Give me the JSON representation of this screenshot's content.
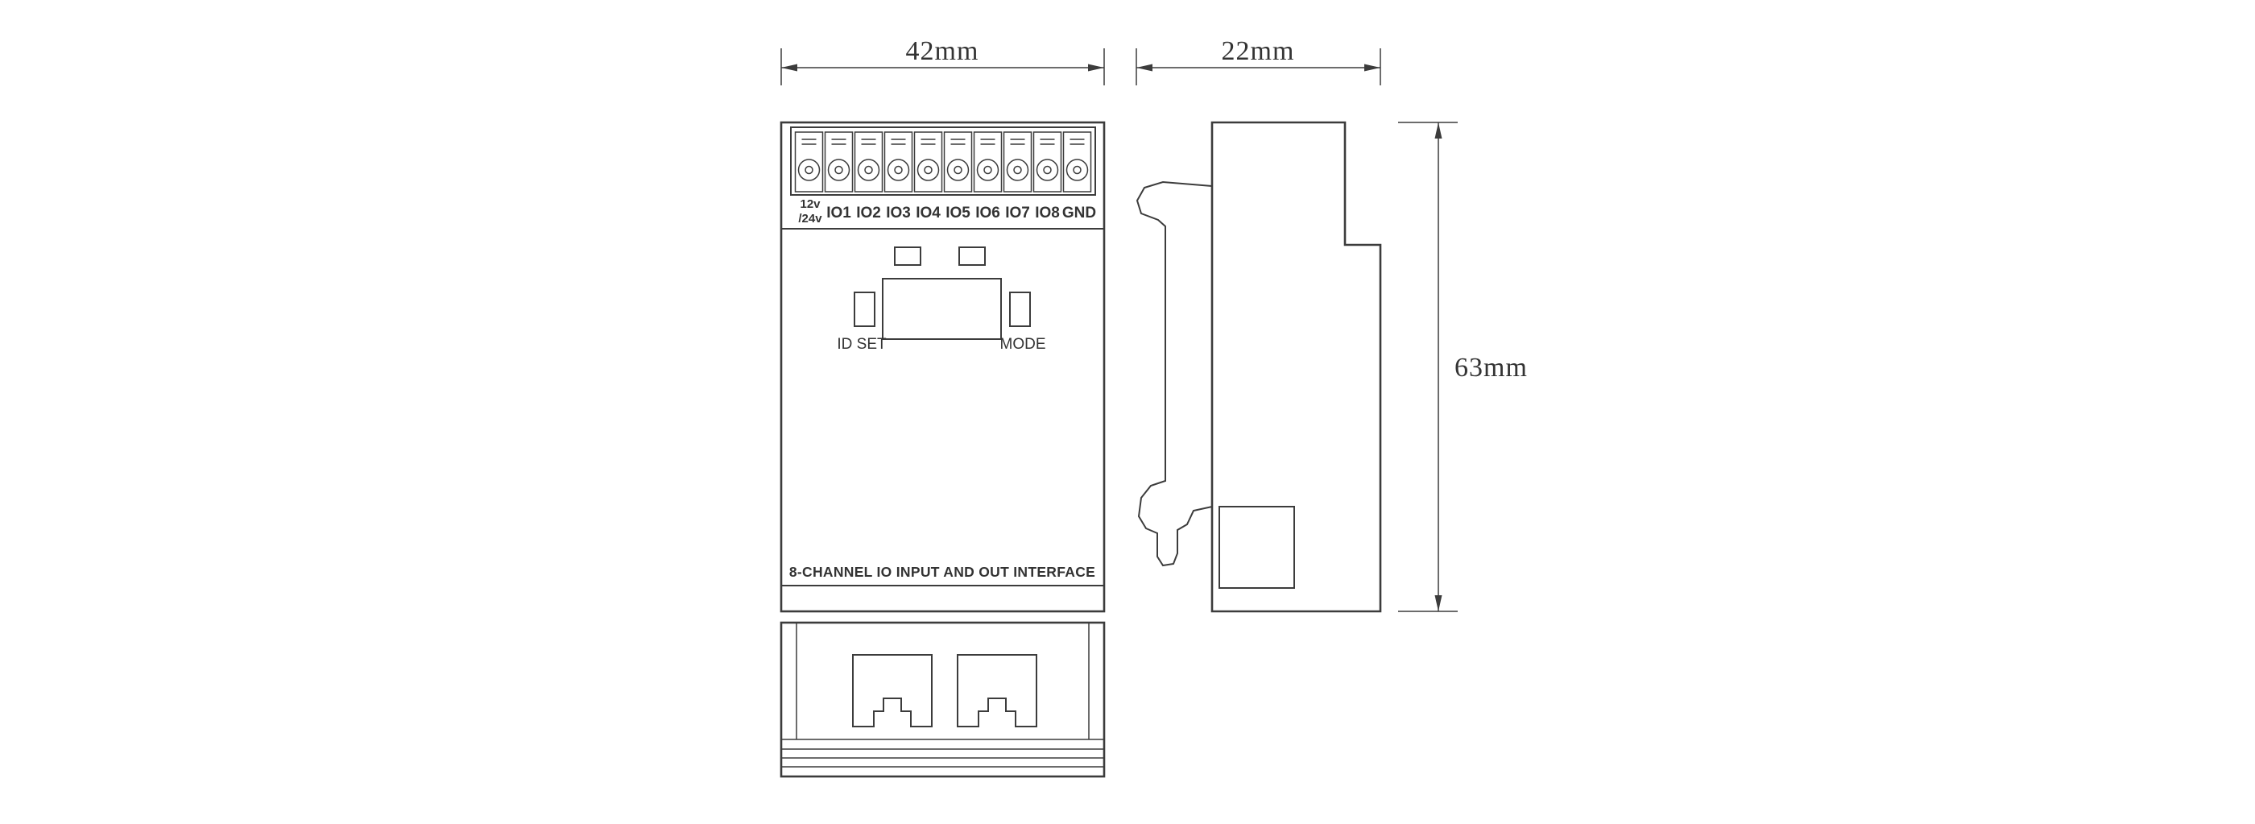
{
  "dimensions": {
    "front_width": "42mm",
    "side_depth": "22mm",
    "height": "63mm"
  },
  "front_view": {
    "power_label_top": "12v",
    "power_label_bottom": "/24v",
    "terminal_labels": [
      "IO1",
      "IO2",
      "IO3",
      "IO4",
      "IO5",
      "IO6",
      "IO7",
      "IO8",
      "GND"
    ],
    "left_button_label": "ID SET",
    "right_button_label": "MODE",
    "footer_label": "8-CHANNEL IO INPUT AND OUT INTERFACE"
  },
  "colors": {
    "line": "#3c3c3c",
    "background": "#ffffff"
  }
}
